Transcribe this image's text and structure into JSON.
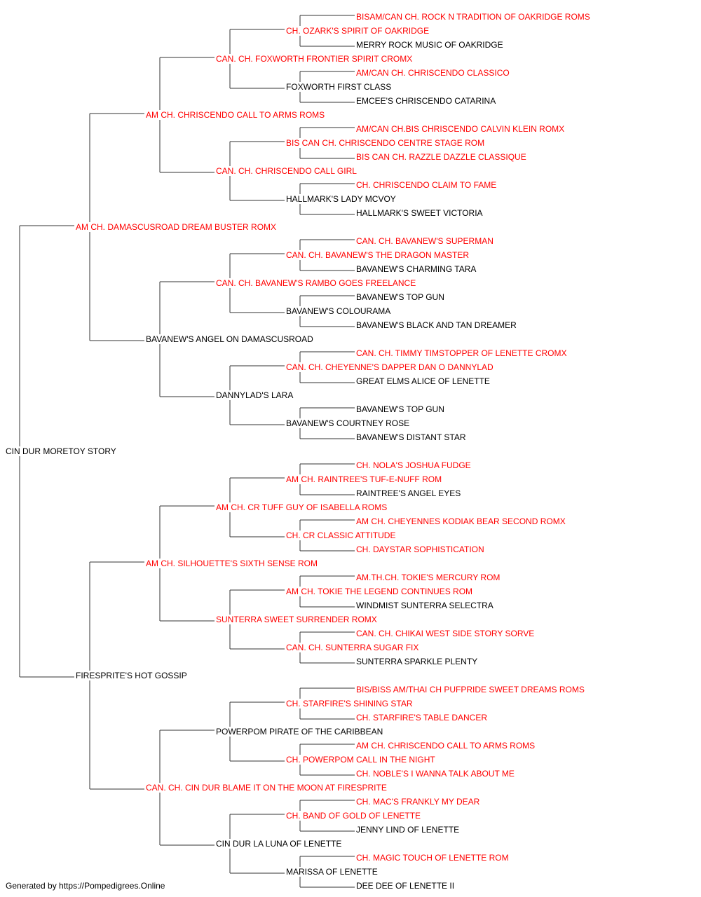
{
  "colors": {
    "champion": "#ff0000",
    "normal": "#000000",
    "line": "#333333"
  },
  "subject": {
    "name": "CIN DUR MORETOY STORY",
    "champ": false,
    "sire": {
      "name": "AM CH. DAMASCUSROAD DREAM BUSTER ROMX",
      "champ": true,
      "sire": {
        "name": "AM CH. CHRISCENDO CALL TO ARMS ROMS",
        "champ": true,
        "sire": {
          "name": "CAN. CH. FOXWORTH FRONTIER SPIRIT CROMX",
          "champ": true,
          "sire": {
            "name": "CH. OZARK'S SPIRIT OF OAKRIDGE",
            "champ": true,
            "sire": {
              "name": "BISAM/CAN CH. ROCK N TRADITION OF OAKRIDGE ROMS",
              "champ": true
            },
            "dam": {
              "name": "MERRY ROCK MUSIC OF OAKRIDGE",
              "champ": false
            }
          },
          "dam": {
            "name": "FOXWORTH FIRST CLASS",
            "champ": false,
            "sire": {
              "name": "AM/CAN CH. CHRISCENDO CLASSICO",
              "champ": true
            },
            "dam": {
              "name": "EMCEE'S CHRISCENDO CATARINA",
              "champ": false
            }
          }
        },
        "dam": {
          "name": "CAN. CH. CHRISCENDO CALL GIRL",
          "champ": true,
          "sire": {
            "name": "BIS CAN CH. CHRISCENDO CENTRE STAGE ROM",
            "champ": true,
            "sire": {
              "name": "AM/CAN CH.BIS CHRISCENDO CALVIN KLEIN ROMX",
              "champ": true
            },
            "dam": {
              "name": "BIS CAN CH. RAZZLE DAZZLE CLASSIQUE",
              "champ": true
            }
          },
          "dam": {
            "name": "HALLMARK'S LADY MCVOY",
            "champ": false,
            "sire": {
              "name": "CH. CHRISCENDO CLAIM TO FAME",
              "champ": true
            },
            "dam": {
              "name": "HALLMARK'S SWEET VICTORIA",
              "champ": false
            }
          }
        }
      },
      "dam": {
        "name": "BAVANEW'S ANGEL ON DAMASCUSROAD",
        "champ": false,
        "sire": {
          "name": "CAN. CH. BAVANEW'S RAMBO GOES FREELANCE",
          "champ": true,
          "sire": {
            "name": "CAN. CH. BAVANEW'S THE DRAGON MASTER",
            "champ": true,
            "sire": {
              "name": "CAN. CH. BAVANEW'S SUPERMAN",
              "champ": true
            },
            "dam": {
              "name": "BAVANEW'S CHARMING TARA",
              "champ": false
            }
          },
          "dam": {
            "name": "BAVANEW'S COLOURAMA",
            "champ": false,
            "sire": {
              "name": "BAVANEW'S TOP GUN",
              "champ": false
            },
            "dam": {
              "name": "BAVANEW'S BLACK AND TAN DREAMER",
              "champ": false
            }
          }
        },
        "dam": {
          "name": "DANNYLAD'S LARA",
          "champ": false,
          "sire": {
            "name": "CAN. CH. CHEYENNE'S DAPPER DAN O DANNYLAD",
            "champ": true,
            "sire": {
              "name": "CAN. CH. TIMMY TIMSTOPPER OF LENETTE CROMX",
              "champ": true
            },
            "dam": {
              "name": "GREAT ELMS ALICE OF LENETTE",
              "champ": false
            }
          },
          "dam": {
            "name": "BAVANEW'S COURTNEY ROSE",
            "champ": false,
            "sire": {
              "name": "BAVANEW'S TOP GUN",
              "champ": false
            },
            "dam": {
              "name": "BAVANEW'S DISTANT STAR",
              "champ": false
            }
          }
        }
      }
    },
    "dam": {
      "name": "FIRESPRITE'S HOT GOSSIP",
      "champ": false,
      "sire": {
        "name": "AM CH. SILHOUETTE'S SIXTH SENSE ROM",
        "champ": true,
        "sire": {
          "name": "AM CH. CR TUFF GUY OF ISABELLA ROMS",
          "champ": true,
          "sire": {
            "name": "AM CH. RAINTREE'S TUF-E-NUFF ROM",
            "champ": true,
            "sire": {
              "name": "CH. NOLA'S JOSHUA FUDGE",
              "champ": true
            },
            "dam": {
              "name": "RAINTREE'S ANGEL EYES",
              "champ": false
            }
          },
          "dam": {
            "name": "CH. CR CLASSIC ATTITUDE",
            "champ": true,
            "sire": {
              "name": "AM CH. CHEYENNES KODIAK BEAR SECOND ROMX",
              "champ": true
            },
            "dam": {
              "name": "CH. DAYSTAR SOPHISTICATION",
              "champ": true
            }
          }
        },
        "dam": {
          "name": "SUNTERRA SWEET SURRENDER ROMX",
          "champ": true,
          "sire": {
            "name": "AM CH. TOKIE THE LEGEND CONTINUES ROM",
            "champ": true,
            "sire": {
              "name": "AM.TH.CH. TOKIE'S MERCURY ROM",
              "champ": true
            },
            "dam": {
              "name": "WINDMIST SUNTERRA SELECTRA",
              "champ": false
            }
          },
          "dam": {
            "name": "CAN. CH. SUNTERRA SUGAR FIX",
            "champ": true,
            "sire": {
              "name": "CAN. CH. CHIKAI WEST SIDE STORY SORVE",
              "champ": true
            },
            "dam": {
              "name": "SUNTERRA SPARKLE PLENTY",
              "champ": false
            }
          }
        }
      },
      "dam": {
        "name": "CAN. CH. CIN DUR BLAME IT ON THE MOON AT FIRESPRITE",
        "champ": true,
        "sire": {
          "name": "POWERPOM PIRATE OF THE CARIBBEAN",
          "champ": false,
          "sire": {
            "name": "CH. STARFIRE'S SHINING STAR",
            "champ": true,
            "sire": {
              "name": "BIS/BISS AM/THAI CH PUFPRIDE SWEET DREAMS ROMS",
              "champ": true
            },
            "dam": {
              "name": "CH. STARFIRE'S TABLE DANCER",
              "champ": true
            }
          },
          "dam": {
            "name": "CH. POWERPOM CALL IN THE NIGHT",
            "champ": true,
            "sire": {
              "name": "AM CH. CHRISCENDO CALL TO ARMS ROMS",
              "champ": true
            },
            "dam": {
              "name": "CH. NOBLE'S I WANNA TALK ABOUT ME",
              "champ": true
            }
          }
        },
        "dam": {
          "name": "CIN DUR LA LUNA OF LENETTE",
          "champ": false,
          "sire": {
            "name": "CH. BAND OF GOLD OF LENETTE",
            "champ": true,
            "sire": {
              "name": "CH. MAC'S FRANKLY MY DEAR",
              "champ": true
            },
            "dam": {
              "name": "JENNY LIND OF LENETTE",
              "champ": false
            }
          },
          "dam": {
            "name": "MARISSA OF LENETTE",
            "champ": false,
            "sire": {
              "name": "CH. MAGIC TOUCH OF LENETTE ROM",
              "champ": true
            },
            "dam": {
              "name": "DEE DEE OF LENETTE II",
              "champ": false
            }
          }
        }
      }
    }
  },
  "footer": "Generated by https://Pompedigrees.Online"
}
